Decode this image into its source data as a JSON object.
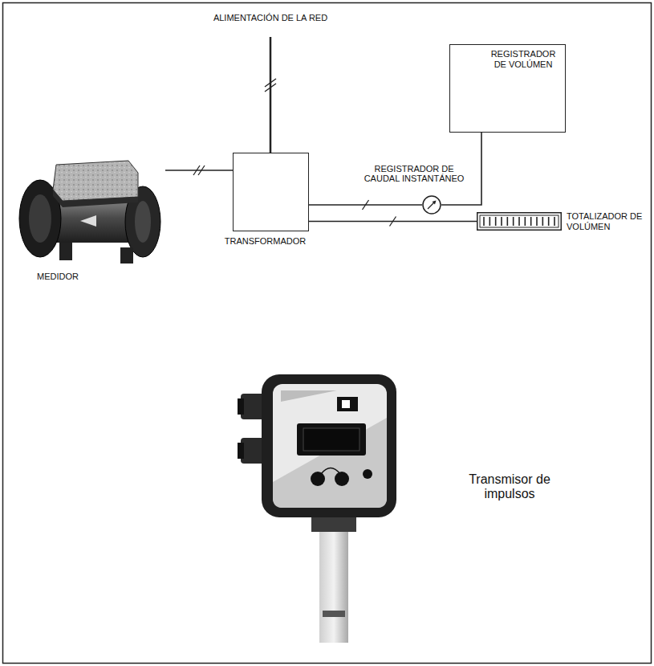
{
  "diagram": {
    "nodes": [
      {
        "text": [
          "MEDIDOR"
        ]
      },
      {
        "text": [
          "TRANSFORMADOR"
        ]
      },
      {
        "text": [
          "REGISTRADOR DE CAUDAL INSTANTÁNEO"
        ]
      },
      {
        "text": [
          "REGISTRADOR DE VOLÚMEN"
        ]
      },
      {
        "text": [
          "TOTALIZADOR DE VOLÚMEN"
        ]
      }
    ],
    "edges": [
      {
        "from": 0,
        "to": 1,
        "arrow": "none"
      },
      {
        "from": 1,
        "to": 2,
        "arrow": "none"
      },
      {
        "from": 2,
        "to": 3,
        "arrow": "none"
      },
      {
        "from": 1,
        "to": 4,
        "arrow": "none"
      }
    ],
    "labels": [
      "ALIMENTACIÓN DE LA RED",
      "Transmisor de impulsos"
    ]
  }
}
